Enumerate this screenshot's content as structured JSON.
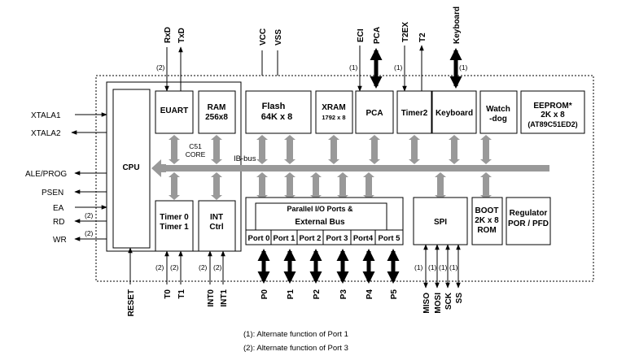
{
  "left_signals": {
    "xtala1": "XTALA1",
    "xtala2": "XTALA2",
    "ale_prog": "ALE/PROG",
    "psen": "PSEN",
    "ea": "EA",
    "rd": "RD",
    "wr": "WR",
    "rd_note": "(2)",
    "wr_note": "(2)"
  },
  "top_signals": {
    "rxd": "RxD",
    "txd": "TxD",
    "uart_note": "(2)",
    "vcc": "VCC",
    "vss": "VSS",
    "eci": "ECI",
    "pca": "PCA",
    "pca_note": "(1)",
    "t2ex": "T2EX",
    "t2": "T2",
    "t2_note": "(1)",
    "keyboard": "Keyboard",
    "kb_note": "(1)"
  },
  "blocks": {
    "cpu": "CPU",
    "euart": "EUART",
    "ram_l1": "RAM",
    "ram_l2": "256x8",
    "c51_l1": "C51",
    "c51_l2": "CORE",
    "flash_l1": "Flash",
    "flash_l2": "64K x 8",
    "xram_l1": "XRAM",
    "xram_l2": "1792 x 8",
    "pca": "PCA",
    "timer2": "Timer2",
    "keyboard": "Keyboard",
    "watchdog_l1": "Watch",
    "watchdog_l2": "-dog",
    "eeprom_l1": "EEPROM*",
    "eeprom_l2": "2K x 8",
    "eeprom_l3": "(AT89C51ED2)",
    "ibbus": "IB-bus",
    "timer_l1": "Timer 0",
    "timer_l2": "Timer 1",
    "int_l1": "INT",
    "int_l2": "Ctrl",
    "ports_l1": "Parallel I/O Ports &",
    "ports_l2": "External Bus",
    "port0": "Port 0",
    "port1": "Port 1",
    "port2": "Port 2",
    "port3": "Port 3",
    "port4": "Port4",
    "port5": "Port 5",
    "spi": "SPI",
    "boot_l1": "BOOT",
    "boot_l2": "2K x 8",
    "boot_l3": "ROM",
    "reg_l1": "Regulator",
    "reg_l2": "POR / PFD"
  },
  "bottom_signals": {
    "reset": "RESET",
    "t0": "T0",
    "t1": "T1",
    "int0": "INT0",
    "int1": "INT1",
    "timer_note": "(2)",
    "timer_note2": "(2)",
    "int_note": "(2)",
    "int_note2": "(2)",
    "p0": "P0",
    "p1": "P1",
    "p2": "P2",
    "p3": "P3",
    "p4": "P4",
    "p5": "P5",
    "miso": "MISO",
    "mosi": "MOSI",
    "sck": "SCK",
    "ss": "SS",
    "spi_note1": "(1)",
    "spi_note2": "(1)",
    "spi_note3": "(1)",
    "spi_note4": "(1)"
  },
  "legend": {
    "note1": "(1): Alternate function of Port 1",
    "note2": "(2): Alternate function of Port 3"
  },
  "colors": {
    "bus": "#999999",
    "line": "#000000"
  }
}
